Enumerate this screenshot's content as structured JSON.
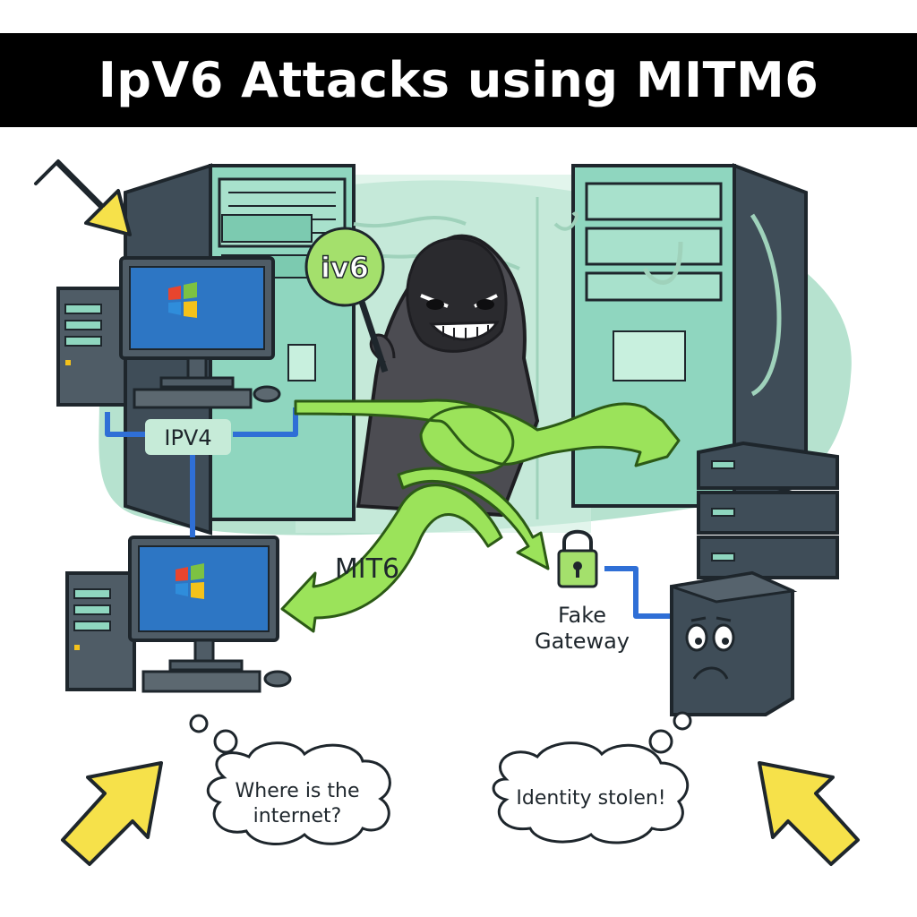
{
  "title": "IpV6 Attacks using MITM6",
  "labels": {
    "ipv4": "IPV4",
    "badge": "iv6",
    "mitm": "MIT6",
    "fake_gateway_line1": "Fake",
    "fake_gateway_line2": "Gateway"
  },
  "bubbles": {
    "left_line1": "Where is the",
    "left_line2": "internet?",
    "right": "Identity stolen!"
  },
  "colors": {
    "background_blob": "#a9dcc6",
    "server_teal": "#8fd6bf",
    "server_dark": "#3f4d58",
    "arrow_green": "#9be35a",
    "arrow_yellow": "#f6e14a",
    "cable_blue": "#2f6fd6"
  },
  "icons": [
    "windows-logo-icon",
    "padlock-icon",
    "hacker-icon",
    "sad-face-icon",
    "pointer-arrow-icon"
  ]
}
